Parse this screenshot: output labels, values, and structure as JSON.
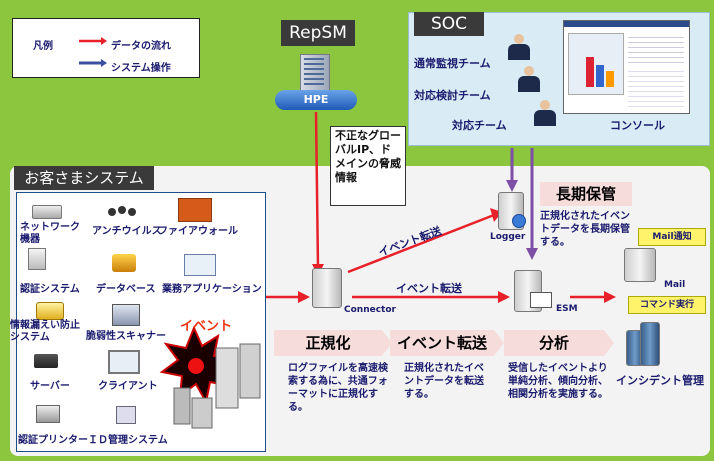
{
  "legend": {
    "title": "凡例",
    "data_flow": "データの流れ",
    "system_op": "システム操作"
  },
  "repsm": {
    "title": "RepSM",
    "hpe": "HPE"
  },
  "soc": {
    "title": "SOC",
    "teams": [
      "通常監視チーム",
      "対応検討チーム",
      "対応チーム"
    ],
    "console": "コンソール"
  },
  "callout": "不正なグローバルIP、ドメインの脅威情報",
  "customer": {
    "title": "お客さまシステム",
    "devices": [
      "ネットワーク機器",
      "アンチウイルス",
      "ファイアウォール",
      "認証システム",
      "データベース",
      "業務アプリケーション",
      "情報漏えい防止システム",
      "脆弱性スキャナー",
      "サーバー",
      "クライアント",
      "認証プリンター",
      "ＩＤ管理システム"
    ],
    "event_label": "イベント"
  },
  "nodes": {
    "connector": "Connector",
    "logger": "Logger",
    "esm": "ESM",
    "mail": "Mail",
    "incident": "インシデント管理"
  },
  "flows": {
    "transfer_upper": "イベント転送",
    "transfer_lower": "イベント転送"
  },
  "long_term": {
    "title": "長期保管",
    "desc": "正規化されたイベントデータを長期保管する。"
  },
  "actions": {
    "mail": "Mail通知",
    "command": "コマンド実行"
  },
  "steps": [
    {
      "title": "正規化",
      "desc": "ログファイルを高速検索する為に、共通フォーマットに正規化する。"
    },
    {
      "title": "イベント転送",
      "desc": "正規化されたイベントデータを転送する。"
    },
    {
      "title": "分析",
      "desc": "受信したイベントより単純分析、傾向分析、相関分析を実施する。"
    }
  ],
  "colors": {
    "background": "#8cc63f",
    "data_flow": "#e8202a",
    "system_op": "#3a4fa0",
    "soc_arrow": "#7d4fa6"
  }
}
